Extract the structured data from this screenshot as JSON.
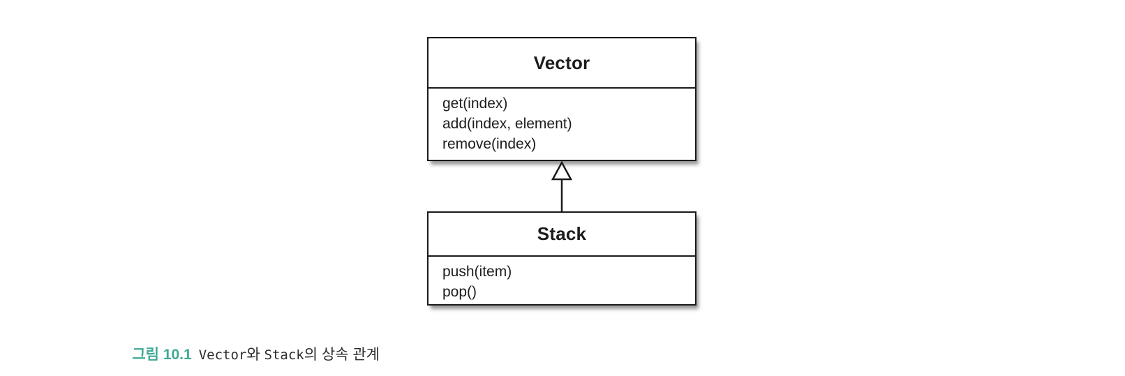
{
  "diagram": {
    "type": "uml-class-inheritance",
    "classes": [
      {
        "name": "Vector",
        "methods": [
          "get(index)",
          "add(index, element)",
          "remove(index)"
        ]
      },
      {
        "name": "Stack",
        "methods": [
          "push(item)",
          "pop()"
        ]
      }
    ],
    "relation": {
      "from": "Stack",
      "to": "Vector",
      "kind": "generalization-hollow-triangle"
    }
  },
  "caption": {
    "figure_label": "그림 10.1",
    "segments": [
      {
        "text": "Vector",
        "code": true
      },
      {
        "text": "와 ",
        "code": false
      },
      {
        "text": "Stack",
        "code": true
      },
      {
        "text": "의 상속 관계",
        "code": false
      }
    ]
  },
  "colors": {
    "background": "#ffffff",
    "diagram_border": "#1a1a1a",
    "text": "#1c1c1c",
    "caption_accent": "#3fa995"
  }
}
